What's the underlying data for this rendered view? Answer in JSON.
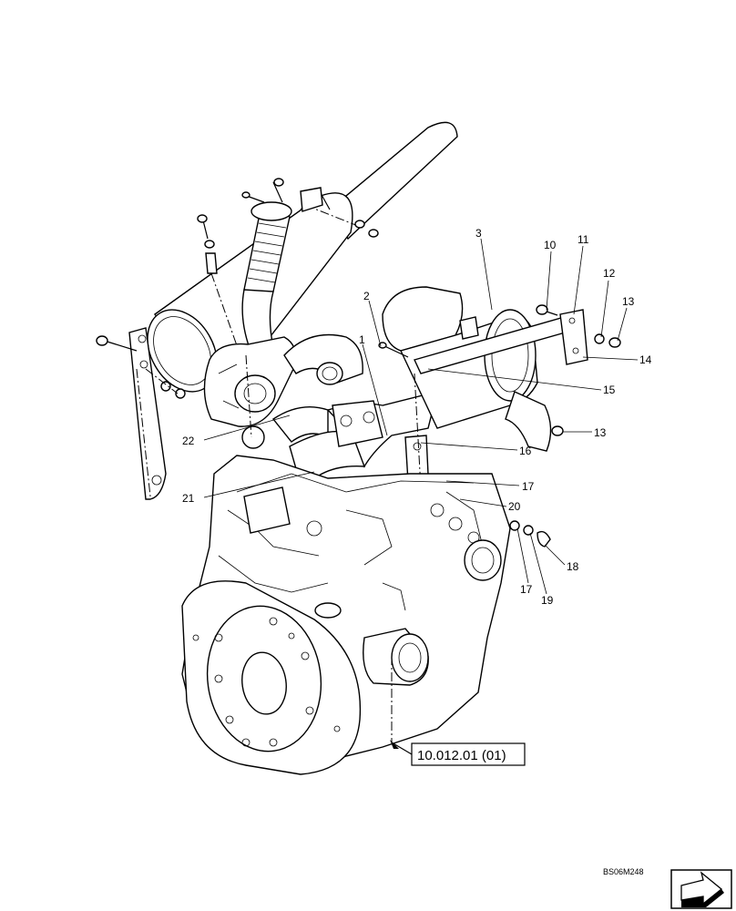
{
  "callouts": [
    {
      "id": "c1",
      "text": "1"
    },
    {
      "id": "c2",
      "text": "2"
    },
    {
      "id": "c3",
      "text": "3"
    },
    {
      "id": "c10",
      "text": "10"
    },
    {
      "id": "c11",
      "text": "11"
    },
    {
      "id": "c12",
      "text": "12"
    },
    {
      "id": "c13a",
      "text": "13"
    },
    {
      "id": "c14",
      "text": "14"
    },
    {
      "id": "c15",
      "text": "15"
    },
    {
      "id": "c13b",
      "text": "13"
    },
    {
      "id": "c16",
      "text": "16"
    },
    {
      "id": "c17a",
      "text": "17"
    },
    {
      "id": "c20",
      "text": "20"
    },
    {
      "id": "c22",
      "text": "22"
    },
    {
      "id": "c21",
      "text": "21"
    },
    {
      "id": "c18",
      "text": "18"
    },
    {
      "id": "c17b",
      "text": "17"
    },
    {
      "id": "c19",
      "text": "19"
    }
  ],
  "reference": "10.012.01 (01)",
  "drawing_code": "BS06M248",
  "nav_icon": "next-page-arrow-icon"
}
